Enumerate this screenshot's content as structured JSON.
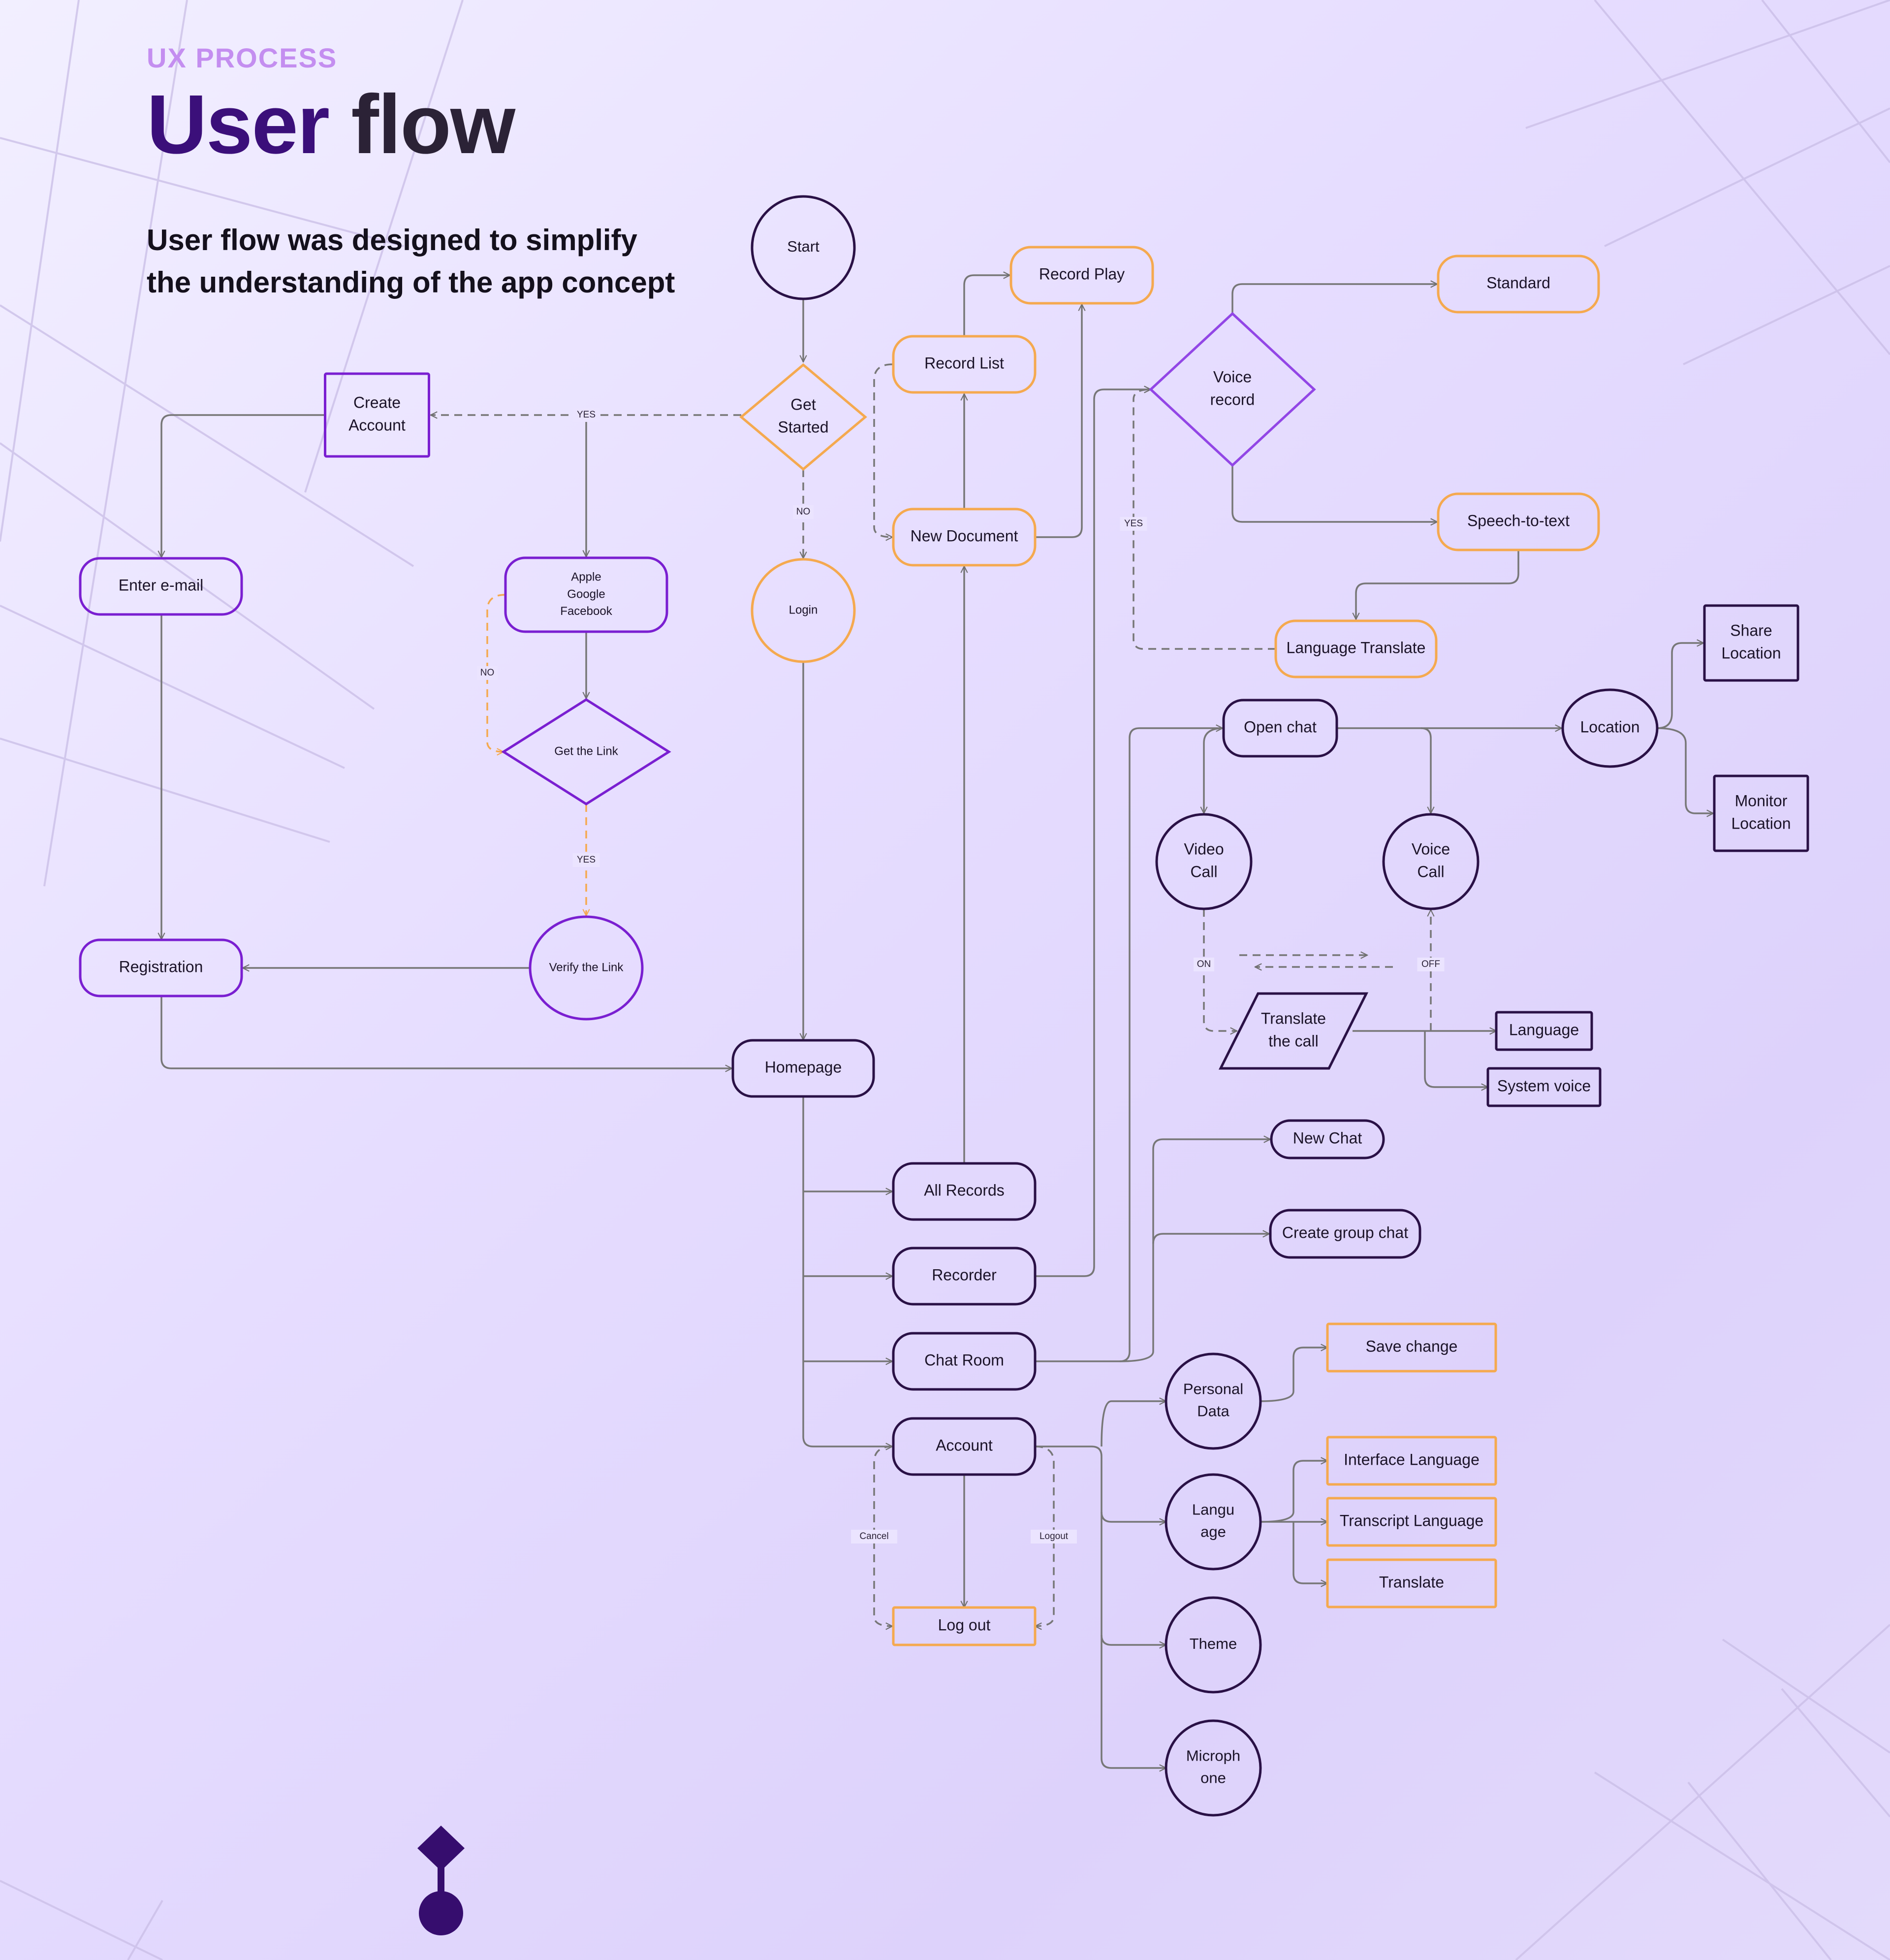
{
  "header": {
    "eyebrow": "UX PROCESS",
    "title_first": "User",
    "title_second": "flow",
    "subtitle": "User flow was designed to simplify the understanding of the app concept"
  },
  "colors": {
    "dark": "#2a1146",
    "purple": "#7a1fd1",
    "orange": "#f5a94f",
    "violet": "#9246e6",
    "line": "#777777",
    "orange_line": "#f5a94f"
  },
  "nodes": [
    {
      "id": "start",
      "lines": [
        "Start"
      ],
      "shape": "circle",
      "color": "dark"
    },
    {
      "id": "get_started",
      "lines": [
        "Get",
        "Started"
      ],
      "shape": "diamond",
      "color": "orange"
    },
    {
      "id": "create_account",
      "lines": [
        "Create",
        "Account"
      ],
      "shape": "rect",
      "color": "purple"
    },
    {
      "id": "enter_email",
      "lines": [
        "Enter e-mail"
      ],
      "shape": "pill",
      "color": "purple"
    },
    {
      "id": "social",
      "lines": [
        "Apple",
        "Google",
        "Facebook"
      ],
      "shape": "pill",
      "color": "purple"
    },
    {
      "id": "get_link",
      "lines": [
        "Get the Link"
      ],
      "shape": "diamond",
      "color": "purple"
    },
    {
      "id": "verify_link",
      "lines": [
        "Verify the Link"
      ],
      "shape": "circle",
      "color": "purple"
    },
    {
      "id": "registration",
      "lines": [
        "Registration"
      ],
      "shape": "pill",
      "color": "purple"
    },
    {
      "id": "login",
      "lines": [
        "Login"
      ],
      "shape": "circle",
      "color": "orange"
    },
    {
      "id": "homepage",
      "lines": [
        "Homepage"
      ],
      "shape": "pill",
      "color": "dark"
    },
    {
      "id": "record_play",
      "lines": [
        "Record Play"
      ],
      "shape": "pill",
      "color": "orange"
    },
    {
      "id": "record_list",
      "lines": [
        "Record List"
      ],
      "shape": "pill",
      "color": "orange"
    },
    {
      "id": "new_document",
      "lines": [
        "New Document"
      ],
      "shape": "pill",
      "color": "orange"
    },
    {
      "id": "voice_record",
      "lines": [
        "Voice",
        "record"
      ],
      "shape": "diamond",
      "color": "violet"
    },
    {
      "id": "standard",
      "lines": [
        "Standard"
      ],
      "shape": "pill",
      "color": "orange"
    },
    {
      "id": "speech_to_text",
      "lines": [
        "Speech-to-text"
      ],
      "shape": "pill",
      "color": "orange"
    },
    {
      "id": "language_translate",
      "lines": [
        "Language Translate"
      ],
      "shape": "pill",
      "color": "orange"
    },
    {
      "id": "open_chat",
      "lines": [
        "Open chat"
      ],
      "shape": "pill",
      "color": "dark"
    },
    {
      "id": "location",
      "lines": [
        "Location"
      ],
      "shape": "circle",
      "color": "dark"
    },
    {
      "id": "share_location",
      "lines": [
        "Share",
        "Location"
      ],
      "shape": "rect",
      "color": "dark"
    },
    {
      "id": "monitor_location",
      "lines": [
        "Monitor",
        "Location"
      ],
      "shape": "rect",
      "color": "dark"
    },
    {
      "id": "video_call",
      "lines": [
        "Video",
        "Call"
      ],
      "shape": "circle",
      "color": "dark"
    },
    {
      "id": "voice_call",
      "lines": [
        "Voice",
        "Call"
      ],
      "shape": "circle",
      "color": "dark"
    },
    {
      "id": "translate_call",
      "lines": [
        "Translate",
        "the call"
      ],
      "shape": "parallelogram",
      "color": "dark"
    },
    {
      "id": "language",
      "lines": [
        "Language"
      ],
      "shape": "rect",
      "color": "dark"
    },
    {
      "id": "system_voice",
      "lines": [
        "System voice"
      ],
      "shape": "rect",
      "color": "dark"
    },
    {
      "id": "new_chat",
      "lines": [
        "New Chat"
      ],
      "shape": "pill",
      "color": "dark"
    },
    {
      "id": "create_group_chat",
      "lines": [
        "Create group chat"
      ],
      "shape": "pill",
      "color": "dark"
    },
    {
      "id": "all_records",
      "lines": [
        "All Records"
      ],
      "shape": "pill",
      "color": "dark"
    },
    {
      "id": "recorder",
      "lines": [
        "Recorder"
      ],
      "shape": "pill",
      "color": "dark"
    },
    {
      "id": "chat_room",
      "lines": [
        "Chat Room"
      ],
      "shape": "pill",
      "color": "dark"
    },
    {
      "id": "account",
      "lines": [
        "Account"
      ],
      "shape": "pill",
      "color": "dark"
    },
    {
      "id": "log_out",
      "lines": [
        "Log out"
      ],
      "shape": "rect",
      "color": "orange"
    },
    {
      "id": "personal_data",
      "lines": [
        "Personal",
        "Data"
      ],
      "shape": "circle",
      "color": "dark"
    },
    {
      "id": "save_change",
      "lines": [
        "Save change"
      ],
      "shape": "rect",
      "color": "orange"
    },
    {
      "id": "langu_age",
      "lines": [
        "Langu",
        "age"
      ],
      "shape": "circle",
      "color": "dark"
    },
    {
      "id": "interface_language",
      "lines": [
        "Interface Language"
      ],
      "shape": "rect",
      "color": "orange"
    },
    {
      "id": "transcript_language",
      "lines": [
        "Transcript Language"
      ],
      "shape": "rect",
      "color": "orange"
    },
    {
      "id": "translate",
      "lines": [
        "Translate"
      ],
      "shape": "rect",
      "color": "orange"
    },
    {
      "id": "theme",
      "lines": [
        "Theme"
      ],
      "shape": "circle",
      "color": "dark"
    },
    {
      "id": "microphone",
      "lines": [
        "Microph",
        "one"
      ],
      "shape": "circle",
      "color": "dark"
    }
  ],
  "edge_labels": [
    {
      "id": "yes_get_started",
      "text": "YES"
    },
    {
      "id": "no_get_started",
      "text": "NO"
    },
    {
      "id": "no_get_link",
      "text": "NO"
    },
    {
      "id": "yes_get_link",
      "text": "YES"
    },
    {
      "id": "yes_voice_record",
      "text": "YES"
    },
    {
      "id": "on_call",
      "text": "ON"
    },
    {
      "id": "off_call",
      "text": "OFF"
    },
    {
      "id": "cancel",
      "text": "Cancel"
    },
    {
      "id": "logout",
      "text": "Logout"
    }
  ]
}
